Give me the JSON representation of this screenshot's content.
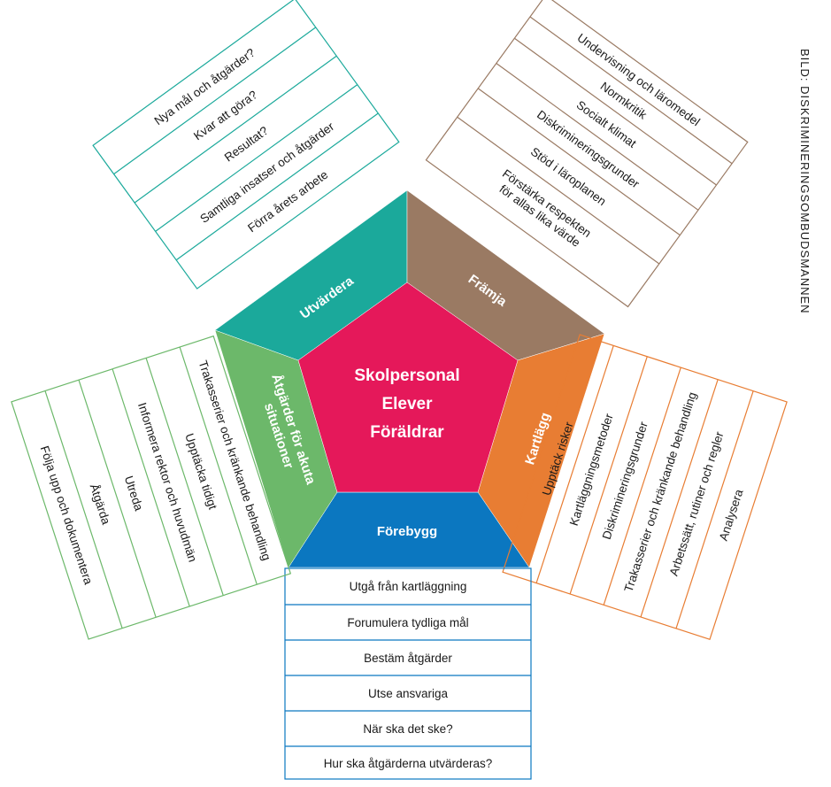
{
  "credit": "BILD: DISKRIMINERINGSOMBUDSMANNEN",
  "center": {
    "lines": [
      "Skolpersonal",
      "Elever",
      "Föräldrar"
    ],
    "color": "#e5185a"
  },
  "segments": {
    "utvardera": {
      "label": "Utvärdera",
      "color": "#1ba99b",
      "items": [
        "Förra årets arbete",
        "Samtliga insatser och åtgärder",
        "Resultat?",
        "Kvar att göra?",
        "Nya mål och åtgärder?"
      ]
    },
    "framja": {
      "label": "Främja",
      "color": "#9a7a63",
      "items": [
        "Förstärka respekten för allas lika värde",
        "Stöd i läroplanen",
        "Diskrimineringsgrunder",
        "Socialt klimat",
        "Normkritik",
        "Undervisning och läromedel"
      ]
    },
    "kartlagg": {
      "label": "Kartlägg",
      "color": "#e87d33",
      "items": [
        "Upptäck risker",
        "Kartläggningsmetoder",
        "Diskrimineringsgrunder",
        "Trakasserier och kränkande behandling",
        "Arbetssätt, rutiner och regler",
        "Analysera"
      ]
    },
    "forebygg": {
      "label": "Förebygg",
      "color": "#0b77c0",
      "items": [
        "Utgå från kartläggning",
        "Forumulera tydliga mål",
        "Bestäm åtgärder",
        "Utse ansvariga",
        "När ska det ske?",
        "Hur ska åtgärderna utvärderas?"
      ]
    },
    "akuta": {
      "label": "Åtgärder för akuta situationer",
      "color": "#6cb86a",
      "items": [
        "Trakasserier och kränkande behandling",
        "Upptäcka tidigt",
        "Informera rektor och huvudmän",
        "Utreda",
        "Åtgärda",
        "Följa upp och dokumentera"
      ]
    }
  }
}
